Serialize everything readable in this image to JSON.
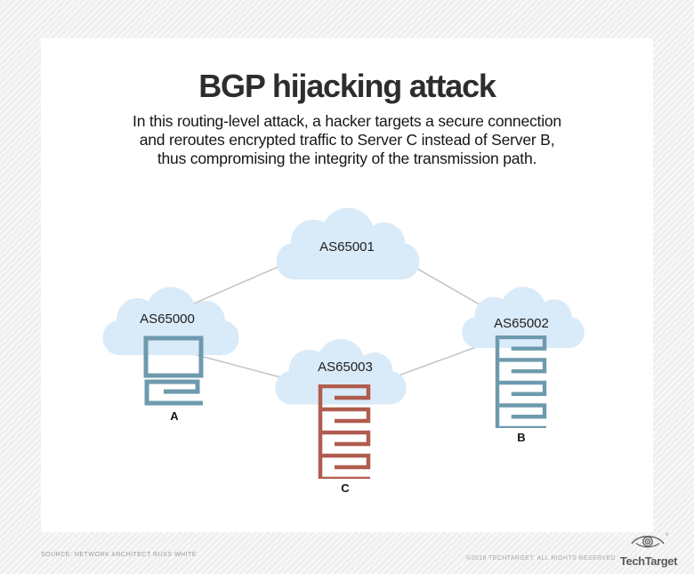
{
  "header": {
    "title": "BGP hijacking attack",
    "subtitle_lines": [
      "In this routing-level attack, a hacker targets a secure connection",
      "and reroutes encrypted traffic to Server C instead of Server B,",
      "thus compromising the integrity of the transmission path."
    ]
  },
  "diagram": {
    "clouds": [
      {
        "id": "as65001",
        "label": "AS65001"
      },
      {
        "id": "as65000",
        "label": "AS65000"
      },
      {
        "id": "as65002",
        "label": "AS65002"
      },
      {
        "id": "as65003",
        "label": "AS65003"
      }
    ],
    "devices": [
      {
        "id": "a",
        "label": "A",
        "type": "computer"
      },
      {
        "id": "b",
        "label": "B",
        "type": "server"
      },
      {
        "id": "c",
        "label": "C",
        "type": "server"
      }
    ],
    "colors": {
      "cloud": "#d9eaf8",
      "device_blue": "#6e9aae",
      "device_red": "#b05c4e",
      "link": "#c6c6c6"
    }
  },
  "footer": {
    "source": "SOURCE: NETWORK ARCHITECT RUSS WHITE",
    "copyright": "©2018 TECHTARGET. ALL RIGHTS RESERVED",
    "brand": "TechTarget"
  }
}
